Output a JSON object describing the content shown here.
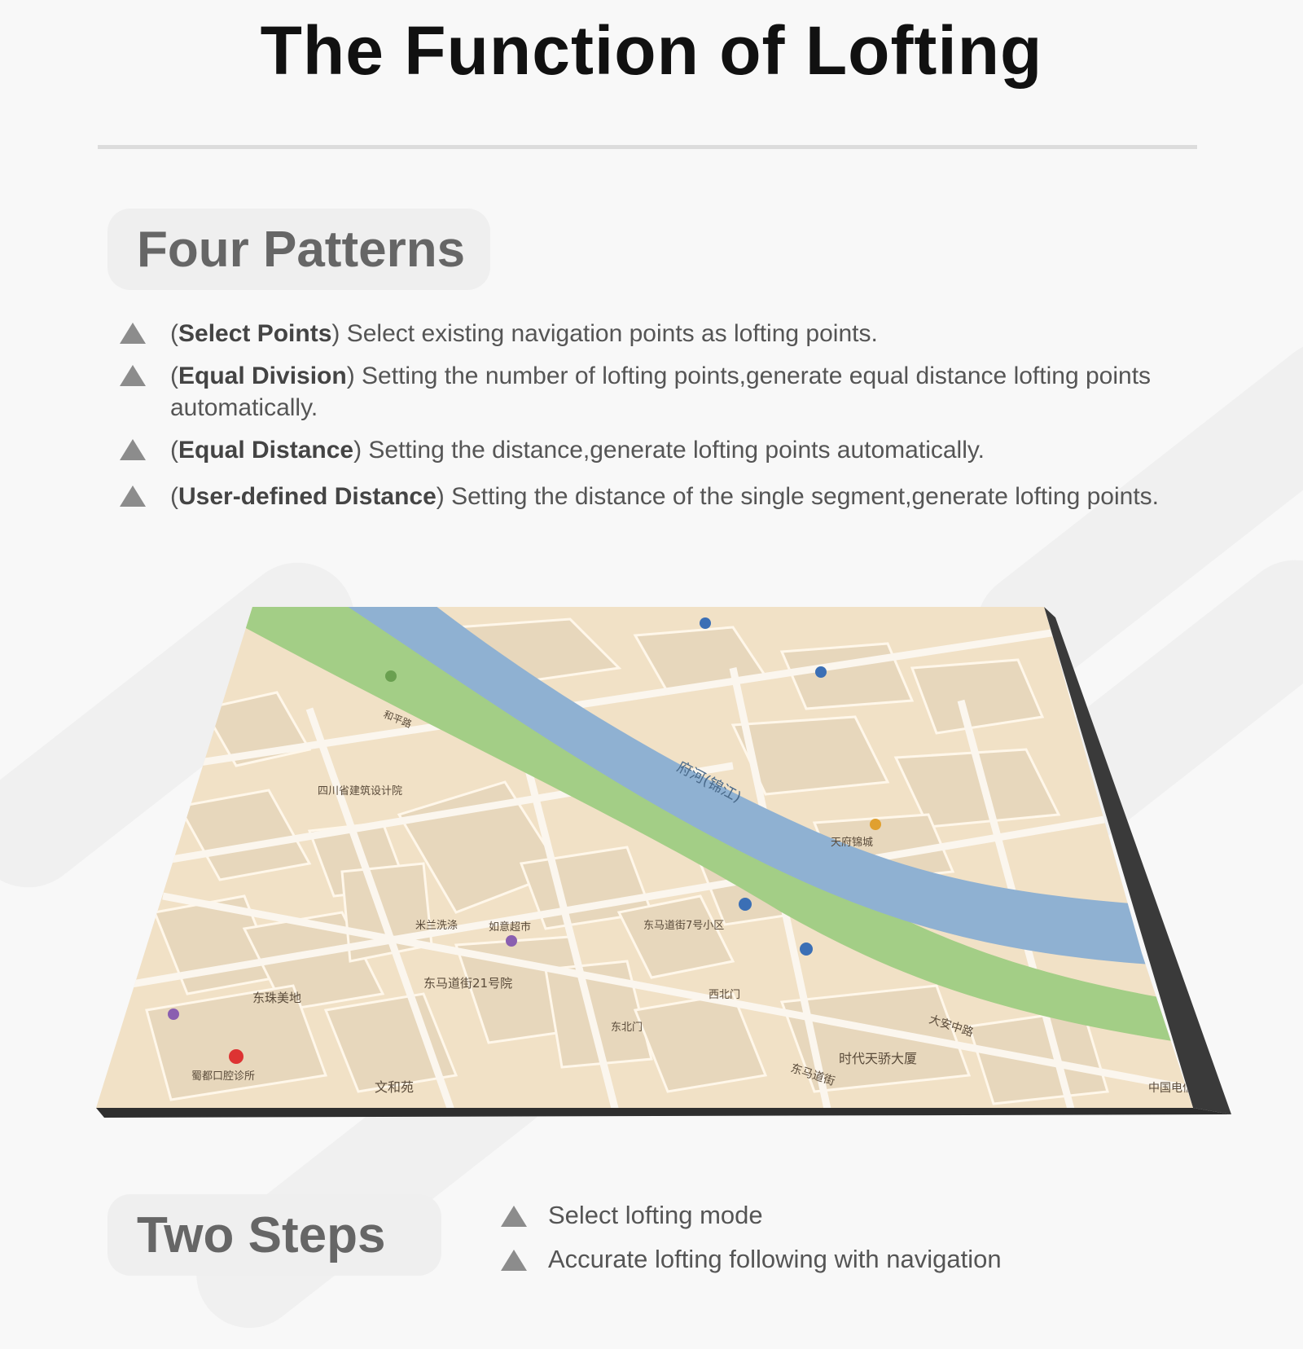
{
  "title": "The Function of Lofting",
  "four_patterns": {
    "heading": "Four Patterns",
    "items": [
      {
        "prefix": "(",
        "bold": "Select Points",
        "text": ") Select existing navigation points as lofting points."
      },
      {
        "prefix": "(",
        "bold": "Equal Division",
        "text": ") Setting the number of lofting points,generate equal distance lofting points automatically."
      },
      {
        "prefix": "(",
        "bold": "Equal Distance",
        "text": ") Setting the distance,generate lofting points automatically."
      },
      {
        "prefix": "(",
        "bold": "User-defined Distance",
        "text": ") Setting the distance of the single segment,generate lofting points."
      }
    ]
  },
  "map": {
    "labels": [
      "府河(锦江)",
      "东珠美地",
      "东马道街21号院",
      "文和苑",
      "时代天骄大厦",
      "大安中路",
      "东马道街",
      "四川省建筑设计院",
      "西北门",
      "东北门",
      "和平路",
      "中国电信",
      "东马道街7号小区",
      "米兰洗涤",
      "如意超市",
      "蜀都口腔诊所",
      "天府锦城"
    ],
    "colors": {
      "land": "#f1e1c6",
      "water": "#8fb1d2",
      "park": "#a3ce86",
      "road": "#fbf6ee",
      "building": "#e7d7bc",
      "edge": "#3a3a3a"
    }
  },
  "two_steps": {
    "heading": "Two Steps",
    "items": [
      "Select lofting mode",
      "Accurate lofting following with navigation"
    ]
  }
}
